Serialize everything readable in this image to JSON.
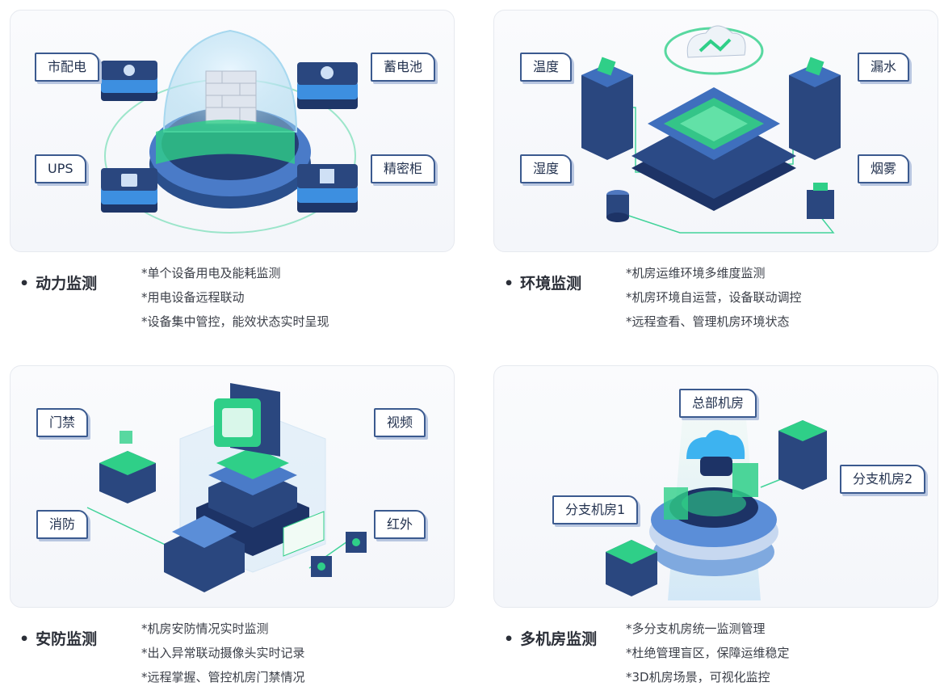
{
  "sections": [
    {
      "title": "动力监测",
      "tags": [
        "市配电",
        "UPS",
        "蓄电池",
        "精密柜"
      ],
      "bullets": [
        "*单个设备用电及能耗监测",
        "*用电设备远程联动",
        "*设备集中管控，能效状态实时呈现"
      ]
    },
    {
      "title": "环境监测",
      "tags": [
        "温度",
        "湿度",
        "漏水",
        "烟雾"
      ],
      "bullets": [
        "*机房运维环境多维度监测",
        "*机房环境自运营，设备联动调控",
        "*远程查看、管理机房环境状态"
      ]
    },
    {
      "title": "安防监测",
      "tags": [
        "门禁",
        "消防",
        "视频",
        "红外"
      ],
      "bullets": [
        "*机房安防情况实时监测",
        "*出入异常联动摄像头实时记录",
        "*远程掌握、管控机房门禁情况"
      ]
    },
    {
      "title": "多机房监测",
      "tags": [
        "总部机房",
        "分支机房1",
        "分支机房2"
      ],
      "bullets": [
        "*多分支机房统一监测管理",
        "*杜绝管理盲区，保障运维稳定",
        "*3D机房场景，可视化监控"
      ]
    }
  ],
  "colors": {
    "accent": "#2ecf8a",
    "navy": "#24396b",
    "tag_border": "#3b5a8f"
  }
}
